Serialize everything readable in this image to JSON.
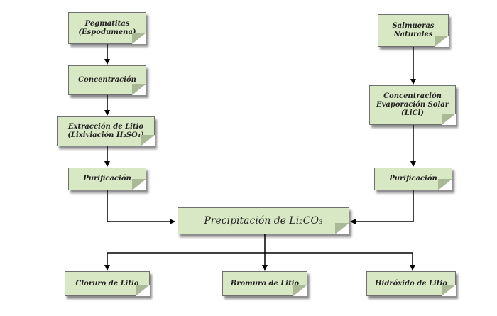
{
  "boxes": {
    "pegmatitas": "Pegmatitas (Espodumena)",
    "concentracion": "Concentración",
    "extraccion": "Extracción de Litio (Lixiviación H₂SO₄)",
    "purificacion_left": "Purificación",
    "salmueras": "Salmueras Naturales",
    "concentracion_solar": "Concentración Evaporación Solar (LiCl)",
    "purificacion_right": "Purificación",
    "precipitacion": "Precipitación de Li₂CO₃",
    "cloruro": "Cloruro de Litio",
    "bromuro": "Bromuro de Litio",
    "hidroxido": "Hidróxido de Litio"
  },
  "colors": {
    "box_fill": "#d9e8c4",
    "box_border": "#6f6f6f",
    "arrow": "#000000"
  }
}
